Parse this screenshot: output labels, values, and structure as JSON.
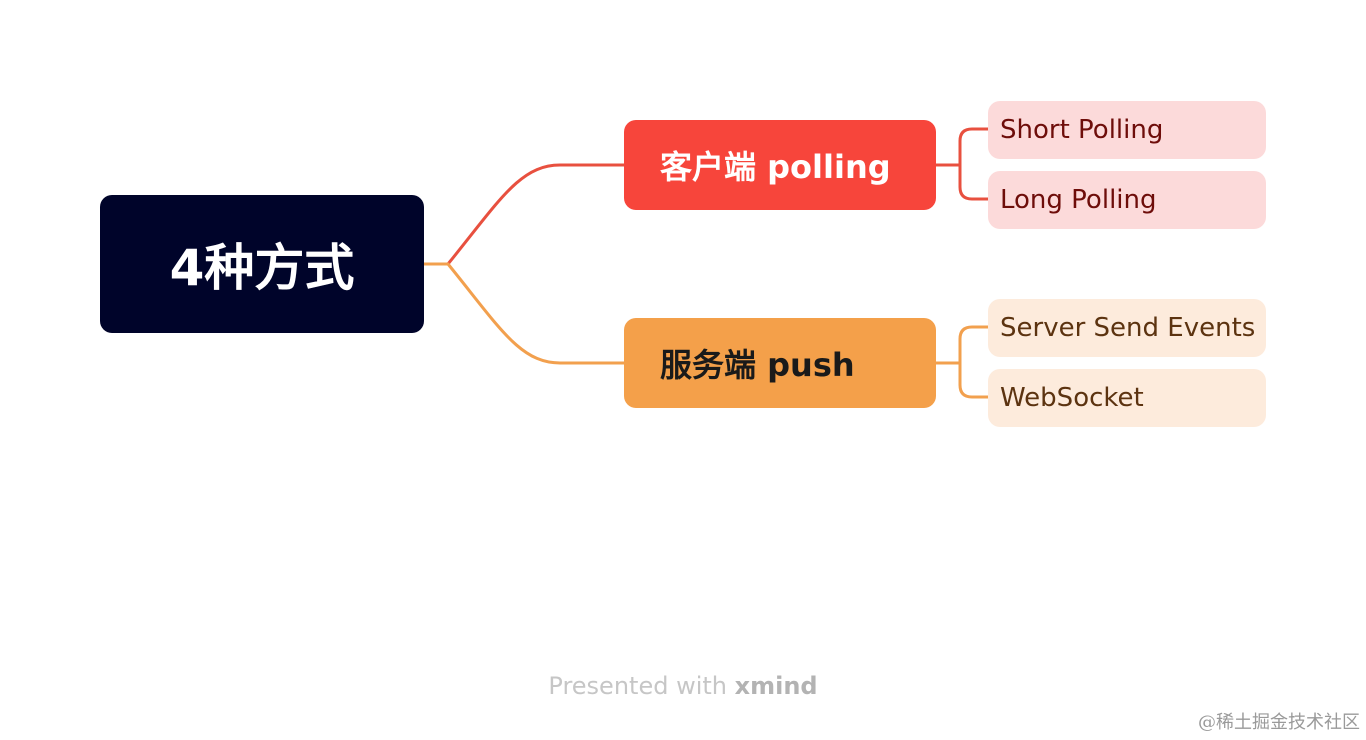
{
  "mindmap": {
    "root": {
      "label": "4种方式"
    },
    "branches": [
      {
        "label": "客户端 polling",
        "color": "#f7453b",
        "children": [
          {
            "label": "Short Polling"
          },
          {
            "label": "Long Polling"
          }
        ]
      },
      {
        "label": "服务端 push",
        "color": "#f4a04a",
        "children": [
          {
            "label": "Server Send Events"
          },
          {
            "label": "WebSocket"
          }
        ]
      }
    ]
  },
  "footer": {
    "prefix": "Presented with",
    "brand": "xmind"
  },
  "watermark": "@稀土掘金技术社区",
  "colors": {
    "root_bg": "#00042a",
    "client_leaf_bg": "#fcdada",
    "server_leaf_bg": "#fdebdc"
  }
}
